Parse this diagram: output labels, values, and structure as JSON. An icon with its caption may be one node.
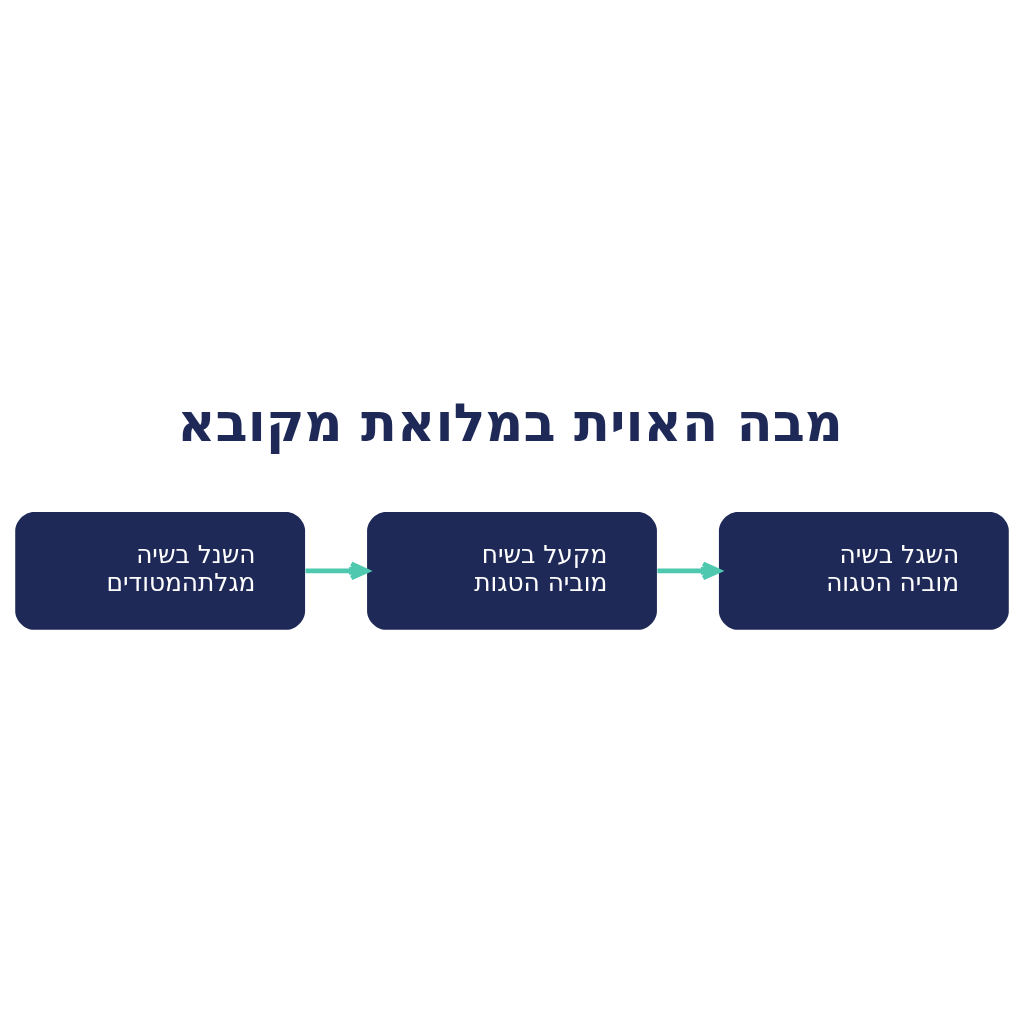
{
  "diagram": {
    "title": "מבה האוית במלואת מקובא",
    "nodes": [
      {
        "text": [
          "השנל בשיה מגלתהמטודים"
        ]
      },
      {
        "text": [
          "מקעל בשיח מוביה הטגות"
        ]
      },
      {
        "text": [
          "השגל בשיה מוביה הטגוה"
        ]
      }
    ],
    "edges": [
      {
        "from": 0,
        "to": 1,
        "arrow": "to"
      },
      {
        "from": 1,
        "to": 2,
        "arrow": "to"
      }
    ]
  }
}
